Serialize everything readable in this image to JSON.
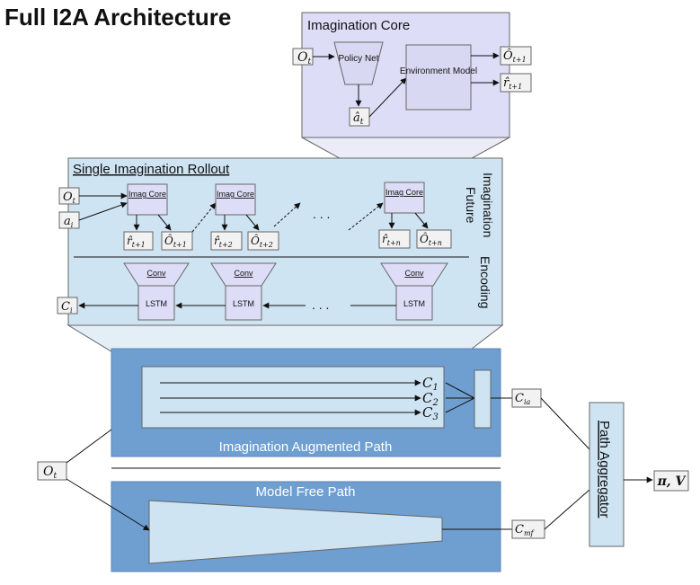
{
  "title": "Full I2A Architecture",
  "colors": {
    "core_bg": "#ddddf7",
    "rollout_bg": "#cfe4f3",
    "path_bg": "#6f9fd0",
    "path_inner": "#cfe4f3",
    "box_border": "#555555",
    "text_dark": "#111111",
    "text_light": "#ffffff"
  },
  "imagination_core": {
    "title": "Imagination Core",
    "input": "O",
    "input_sub": "t",
    "policy_net": "Policy Net",
    "action": "â",
    "action_sub": "t",
    "env_model": "Environment Model",
    "out_obs": "Ô",
    "out_obs_sub": "t+1",
    "out_rew": "r̂",
    "out_rew_sub": "t+1"
  },
  "rollout": {
    "title": "Single Imagination Rollout",
    "side_label_1": "Imagination",
    "side_label_2": "Future",
    "side_label_3": "Encoding",
    "input_obs": "O",
    "input_obs_sub": "t",
    "input_action": "a",
    "input_action_sub": "i",
    "imag_core": "Imag Core",
    "steps": [
      {
        "rew": "r̂",
        "rew_sub": "t+1",
        "obs": "Ô",
        "obs_sub": "t+1"
      },
      {
        "rew": "r̂",
        "rew_sub": "t+2",
        "obs": "Ô",
        "obs_sub": "t+2"
      },
      {
        "rew": "r̂",
        "rew_sub": "t+n",
        "obs": "Ô",
        "obs_sub": "t+n"
      }
    ],
    "ellipsis": ". . .",
    "conv": "Conv",
    "lstm": "LSTM",
    "output": "C",
    "output_sub": "i"
  },
  "aug_path": {
    "label": "Imagination Augmented Path",
    "codes": [
      {
        "sym": "C",
        "sub": "1"
      },
      {
        "sym": "C",
        "sub": "2"
      },
      {
        "sym": "C",
        "sub": "3"
      }
    ],
    "output": "C",
    "output_sub": "ia"
  },
  "free_path": {
    "label": "Model Free Path",
    "output": "C",
    "output_sub": "mf"
  },
  "main_input": "O",
  "main_input_sub": "t",
  "aggregator": "Path Aggregator",
  "final_output": "π, V"
}
